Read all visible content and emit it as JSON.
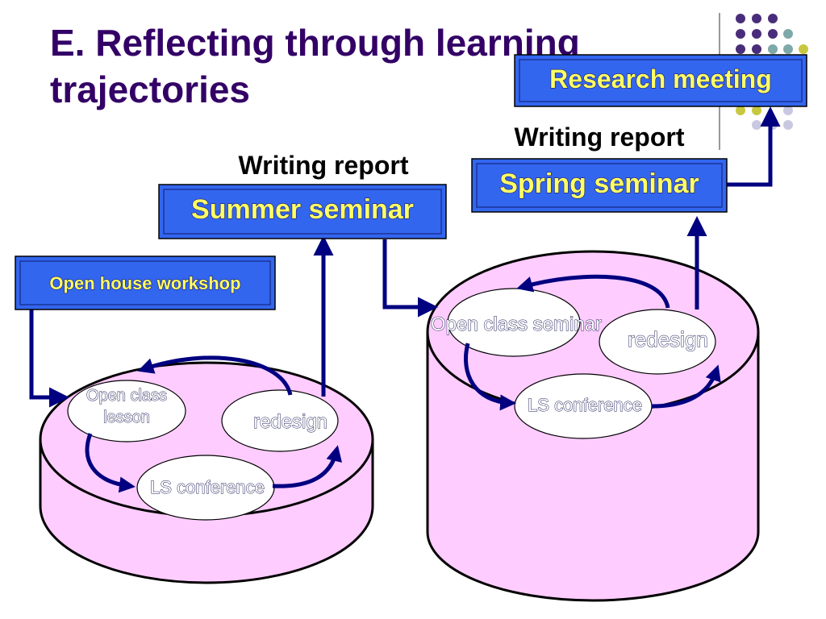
{
  "title": "E. Reflecting through learning trajectories",
  "boxes": {
    "research_meeting": "Research meeting",
    "spring_seminar": "Spring seminar",
    "summer_seminar": "Summer seminar",
    "open_house": "Open house workshop"
  },
  "reports": {
    "right": "Writing report",
    "left": "Writing report"
  },
  "left_cycle": {
    "open_class": [
      "Open class",
      "lesson"
    ],
    "redesign": "redesign",
    "ls_conference": "LS conference"
  },
  "right_cycle": {
    "open_class": "Open class seminar",
    "redesign": "redesign",
    "ls_conference": "LS conference"
  },
  "colors": {
    "title": "#330066",
    "box_fill": "#3366ee",
    "box_text": "#ffff66",
    "cylinder_fill": "#ffccff",
    "arrow": "#000080",
    "dot_purple": "#4a2d7a",
    "dot_teal": "#7fa8a8",
    "dot_olive": "#c8c840",
    "dot_lavender": "#c8c8e0"
  }
}
